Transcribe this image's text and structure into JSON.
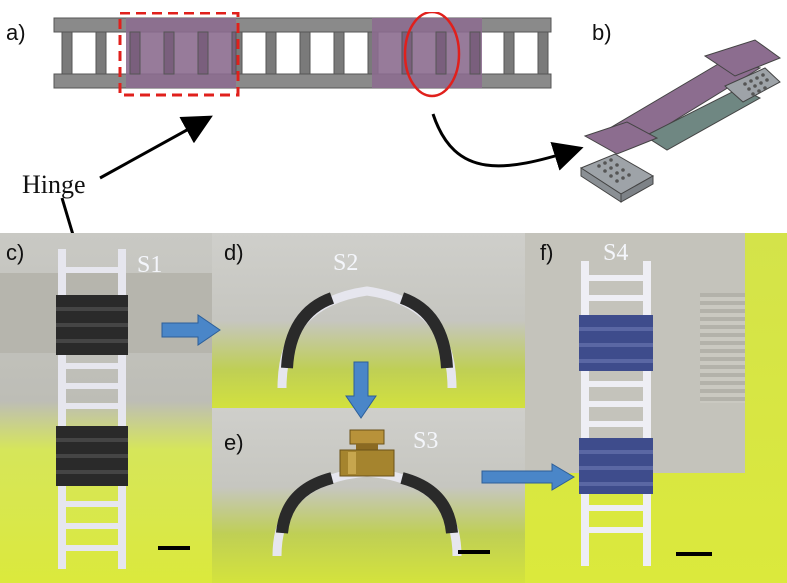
{
  "panels": {
    "a": "a)",
    "b": "b)",
    "c": "c)",
    "d": "d)",
    "e": "e)",
    "f": "f)"
  },
  "annotations": {
    "hinge": "Hinge"
  },
  "states": {
    "s1": "S1",
    "s2": "S2",
    "s3": "S3",
    "s4": "S4"
  },
  "colors": {
    "frame_gray": "#8a8a8a",
    "hinge_purple": "#8c6d8f",
    "highlight_red": "#e0201c",
    "arrow_blue": "#4a86c8",
    "background_yellow": "#d8e83a",
    "dark_segment": "#2a2a2a",
    "blue_segment": "#3e4c8c",
    "light_segment": "#dcdcec"
  }
}
